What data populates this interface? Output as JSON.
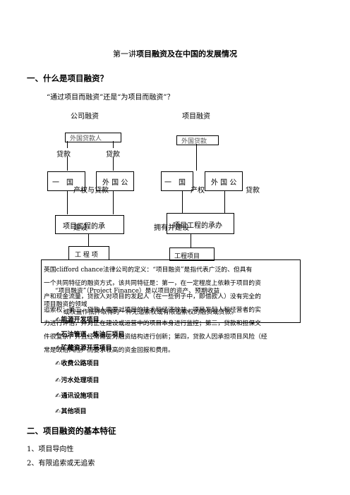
{
  "title": {
    "prefix": "第一讲",
    "main": "项目融资及在中国的发展情况"
  },
  "section1": {
    "heading": "一、什么是项目融资？",
    "question": "“通过项目而融资”还是“为项目而融资”？"
  },
  "diagram": {
    "left": {
      "label": "公司融资",
      "top_box": "外国贷款人",
      "loan1": "贷款",
      "loan2": "贷款",
      "box_a": "一　国",
      "box_b": "外 国 公",
      "middle": "产权与贷款",
      "bottom_box": "项目工程的承",
      "build": "建设",
      "last_box": "工 程 项"
    },
    "right": {
      "label": "项目融资",
      "top_box": "外国贷款",
      "box_a": "一　国",
      "box_b": "外 国 公",
      "equity": "产权",
      "loan": "贷款",
      "own": "拥有并建设",
      "bottom_box": "项目工程的承办",
      "last_box": "工程项目"
    }
  },
  "panel": {
    "lines": [
      "英国clifford chance法律公司的定义：“项目融资”是指代表广泛的、但具有",
      "一个共同特征的融资方式，该共同特征是：第一，在一定程度上依赖于项目的资",
      "产和现金流量，贷款人对项目的发起人（在一些例子中，即借款人）没有完全的",
      "追索权；第二，贷款人需要对项目的技术和经济效益、项目发起人和经营者的实",
      "力进行评估，并对正在建设或运营中的项目本身进行监控；第三，贷款和担保文",
      "件很复杂，并且经常需要对融资结构进行创新；第四，贷款人因承担项目风险（经",
      "常是政治风险）而要求较高的资金回报和费用。"
    ],
    "overlay1": "“项目融资”（Project Finance）是以项目的资产、预期收益",
    "overlay2": "项目融资的领域",
    "overlay3": "或权益作抵押取得的一种无追索权或有限追索权的融资或贷款。"
  },
  "fields": {
    "pen": "✍",
    "items": [
      "能源开发项目",
      "石油管道、炼油厂项目",
      "矿藏资源开采项目",
      "收费公路项目",
      "污水处理项目",
      "通讯设施项目",
      "其他项目"
    ]
  },
  "section2": {
    "heading": "二、项目融资的基本特征",
    "points": [
      "1、项目导向性",
      "2、有限追索或无追索"
    ]
  }
}
